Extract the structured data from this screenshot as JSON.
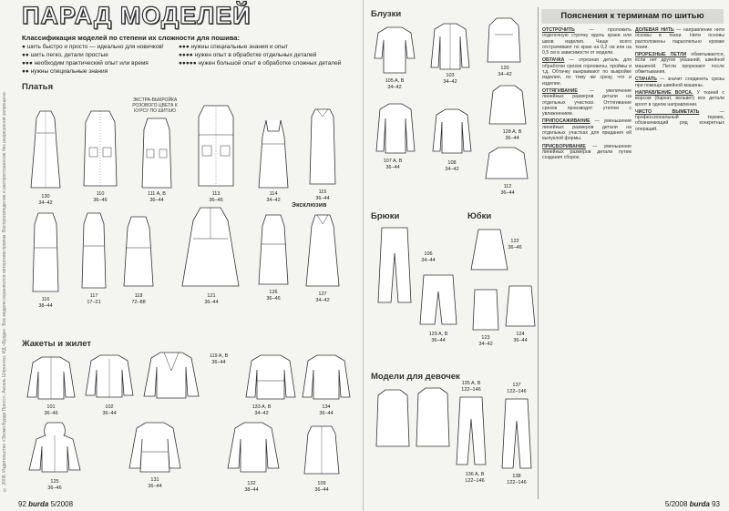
{
  "left_page": {
    "title": "ПАРАД МОДЕЛЕЙ",
    "vertical_note": "© 2008, Издательство «Эксмо Бурда Пресс»; Аксель Шпрингер, ИД «Бурда». Все модели охраняются авторским правом. Воспроизведение и распространение без разрешения запрещено.",
    "legend_header": "Классификация моделей по степени их сложности для пошива:",
    "legend_left": [
      "шить быстро и просто — идеально для новичков!",
      "шить легко, детали простые",
      "необходим практический опыт или время",
      "нужны специальные знания"
    ],
    "legend_right": [
      "нужны специальные знания и опыт",
      "нужен опыт в обработке отдельных деталей",
      "нужен большой опыт в обработке сложных деталей"
    ],
    "sections": {
      "dresses": "Платья",
      "jackets": "Жакеты и жилет"
    },
    "dress_note": "ЭКСТРА-ВЫКРОЙКА РОЗОВОГО ЦВЕТА К КУРСУ ПО ШИТЬЮ",
    "exclusive": "Эксклюзив",
    "dresses_row1": [
      {
        "num": "130",
        "sizes": "34–42"
      },
      {
        "num": "110",
        "sizes": "36–46"
      },
      {
        "num": "111 A, B",
        "sizes": "36–44"
      },
      {
        "num": "113",
        "sizes": "36–46"
      },
      {
        "num": "114",
        "sizes": "34–42"
      },
      {
        "num": "115",
        "sizes": "36–44"
      }
    ],
    "dresses_row2": [
      {
        "num": "116",
        "sizes": "38–44"
      },
      {
        "num": "117",
        "sizes": "17–21"
      },
      {
        "num": "118",
        "sizes": "72–88"
      },
      {
        "num": "121",
        "sizes": "36–44"
      },
      {
        "num": "126",
        "sizes": "36–46"
      },
      {
        "num": "127",
        "sizes": "34–42"
      }
    ],
    "jackets_row1": [
      {
        "num": "101",
        "sizes": "36–46"
      },
      {
        "num": "102",
        "sizes": "36–44"
      },
      {
        "num": "119 A, B",
        "sizes": "36–44"
      },
      {
        "num": "133 A, B",
        "sizes": "34–42"
      },
      {
        "num": "134",
        "sizes": "36–44"
      }
    ],
    "jackets_row2": [
      {
        "num": "125",
        "sizes": "36–46"
      },
      {
        "num": "131",
        "sizes": "36–44"
      },
      {
        "num": "132",
        "sizes": "38–44"
      },
      {
        "num": "109",
        "sizes": "36–44"
      }
    ],
    "footer": {
      "page": "92",
      "brand": "burda",
      "issue": "5/2008"
    }
  },
  "right_page": {
    "sections": {
      "blouses": "Блузки",
      "trousers": "Брюки",
      "skirts": "Юбки",
      "girls": "Модели для девочек"
    },
    "blouses_row1": [
      {
        "num": "105 A, B",
        "sizes": "34–42"
      },
      {
        "num": "103",
        "sizes": "34–42"
      },
      {
        "num": "120",
        "sizes": "34–42"
      },
      {
        "num": "128 A, B",
        "sizes": "36–44"
      }
    ],
    "blouses_row2": [
      {
        "num": "107 A, B",
        "sizes": "36–44"
      },
      {
        "num": "108",
        "sizes": "34–42"
      },
      {
        "num": "112",
        "sizes": "36–44"
      }
    ],
    "trousers": [
      {
        "num": "106",
        "sizes": "34–44"
      },
      {
        "num": "129 A, B",
        "sizes": "36–44"
      }
    ],
    "skirts": [
      {
        "num": "122",
        "sizes": "36–46"
      },
      {
        "num": "123",
        "sizes": "34–42"
      },
      {
        "num": "124",
        "sizes": "36–44"
      }
    ],
    "girls": [
      {
        "num": "135 A, B",
        "sizes": "122–146"
      },
      {
        "num": "136 A, B",
        "sizes": "122–146"
      },
      {
        "num": "137",
        "sizes": "122–146"
      },
      {
        "num": "138",
        "sizes": "122–146"
      }
    ],
    "glossary_title": "Пояснения к терминам по шитью",
    "glossary_col1": [
      {
        "term": "ОТСТРОЧИТЬ",
        "text": " — проложить отделочную строчку вдоль краев или швов изделия. Чаще всего отстрачивают по краю на 0,2 см или на 0,5 см в зависимости от модели."
      },
      {
        "term": "ОБТАЧКА",
        "text": " — отрезная деталь для обработки срезов горловины, проймы и т.д. Обтачку выкраивают по выкройке изделия, по тому же срезу, что и изделие."
      },
      {
        "term": "ОТТЯГИВАНИЕ",
        "text": " — увеличение линейных размеров детали на отдельных участках. Оттягивание срезов производят утюгом с увлажнением."
      },
      {
        "term": "ПРИПОСАЖИВАНИЕ",
        "text": " — уменьшение линейных размеров детали на отдельных участках для придания ей выпуклой формы."
      },
      {
        "term": "ПРИСБОРИВАНИЕ",
        "text": " — уменьшение линейных размеров детали путем создания сборок."
      }
    ],
    "glossary_col2": [
      {
        "term": "ДОЛЕВАЯ НИТЬ",
        "text": " — направление нити основы в ткани. Нити основы расположены параллельно кромке ткани."
      },
      {
        "term": "ПРОРЕЗНЫЕ ПЕТЛИ",
        "text": " обметываются, если нет других указаний, швейной машиной. Петли прорезают после обметывания."
      },
      {
        "term": "СТАЧАТЬ",
        "text": " — значит соединить срезы при помощи швейной машины."
      },
      {
        "term": "НАПРАВЛЕНИЕ ВОРСА.",
        "text": " У тканей с ворсом (бархат, вельвет) все детали кроят в одном направлении."
      },
      {
        "term": "ЧИСТО ВЫМЕТАТЬ",
        "text": " — профессиональный термин, обозначающий ряд конкретных операций."
      }
    ],
    "footer": {
      "issue": "5/2008",
      "brand": "burda",
      "page": "93"
    }
  }
}
